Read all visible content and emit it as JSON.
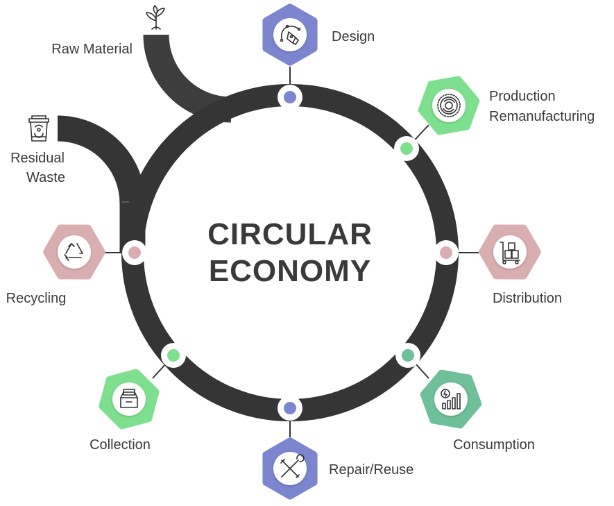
{
  "title": {
    "line1": "CIRCULAR",
    "line2": "ECONOMY"
  },
  "inputs": {
    "raw_material": {
      "label": "Raw Material",
      "icon": "plant-sprout-icon"
    },
    "residual_waste": {
      "label_line1": "Residual",
      "label_line2": "Waste",
      "icon": "biohazard-bin-icon"
    }
  },
  "stages": [
    {
      "id": "design",
      "label": "Design",
      "icon": "pen-tool-icon",
      "color": "#7b86cf"
    },
    {
      "id": "production",
      "label_line1": "Production",
      "label_line2": "Remanufacturing",
      "icon": "gear-cycle-icon",
      "color": "#7ee08f"
    },
    {
      "id": "distribution",
      "label": "Distribution",
      "icon": "hand-truck-boxes-icon",
      "color": "#d9aeb0"
    },
    {
      "id": "consumption",
      "label": "Consumption",
      "icon": "energy-chart-icon",
      "color": "#6fbf98"
    },
    {
      "id": "repair",
      "label": "Repair/Reuse",
      "icon": "wrench-screwdriver-icon",
      "color": "#7b86cf"
    },
    {
      "id": "collection",
      "label": "Collection",
      "icon": "archive-box-icon",
      "color": "#7ee08f"
    },
    {
      "id": "recycling",
      "label": "Recycling",
      "icon": "recycle-icon",
      "color": "#d9aeb0"
    }
  ],
  "colors": {
    "ring": "#353535",
    "text": "#3a3a3a"
  }
}
